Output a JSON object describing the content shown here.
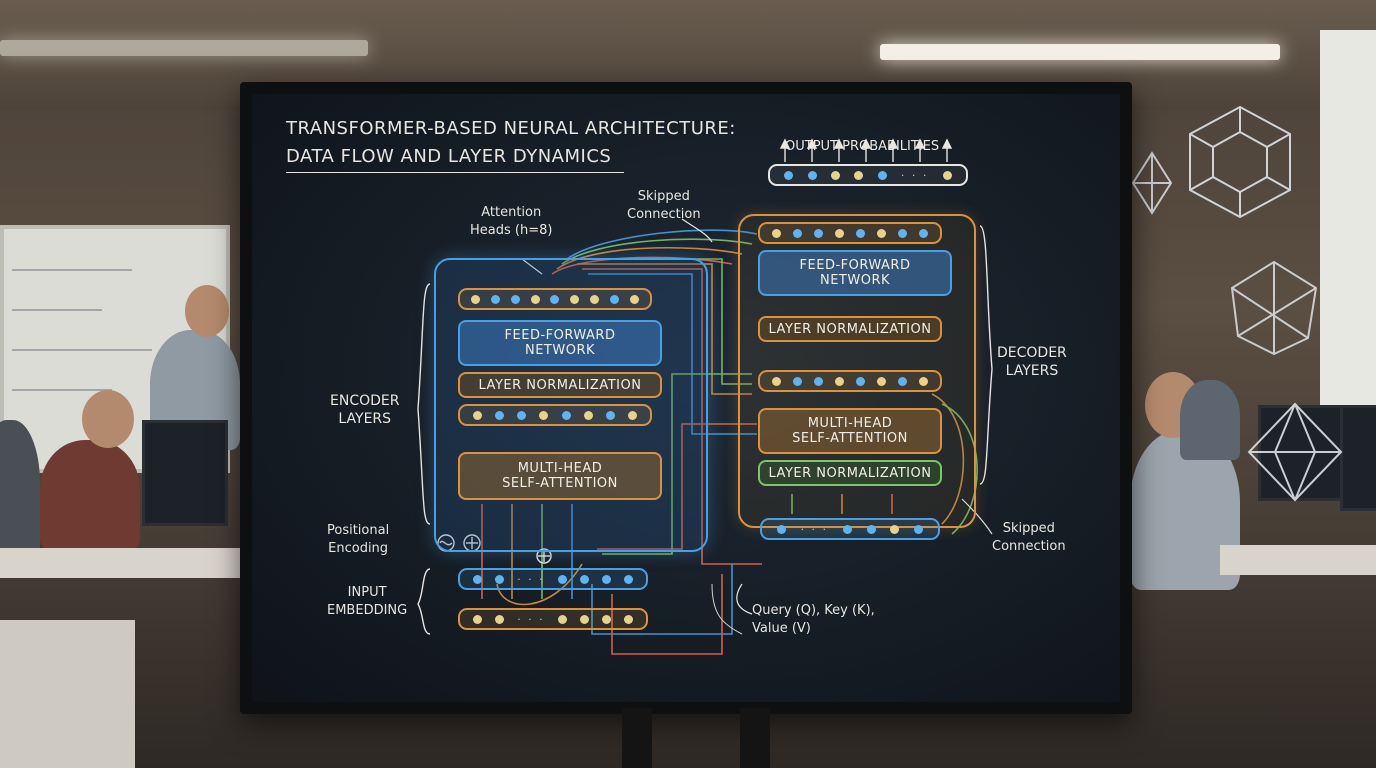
{
  "diagram": {
    "title_line1": "TRANSFORMER-BASED NEURAL ARCHITECTURE:",
    "title_line2": "DATA FLOW AND LAYER DYNAMICS",
    "output_probabilities": "OUTPUT PROBABILITIES",
    "skipped_connection_top": "Skipped\nConnection",
    "attention_heads": "Attention\nHeads (h=8)",
    "encoder_layers": "ENCODER\nLAYERS",
    "decoder_layers": "DECODER\nLAYERS",
    "encoder": {
      "feed_forward": "FEED-FORWARD\nNETWORK",
      "layer_norm": "LAYER NORMALIZATION",
      "multi_head": "MULTI-HEAD\nSELF-ATTENTION"
    },
    "decoder": {
      "feed_forward": "FEED-FORWARD\nNETWORK",
      "layer_norm_top": "LAYER NORMALIZATION",
      "multi_head": "MULTI-HEAD\nSELF-ATTENTION",
      "layer_norm_bottom": "LAYER NORMALIZATION"
    },
    "positional_encoding": "Positional\nEncoding",
    "input_embedding": "INPUT\nEMBEDDING",
    "skipped_connection_right": "Skipped\nConnection",
    "qkv": "Query (Q), Key (K),\nValue (V)",
    "ellipsis": "· · ·"
  },
  "colors": {
    "blue": "#4a9fe0",
    "orange": "#d9923e",
    "green": "#7dc46a",
    "red": "#e06a55",
    "text": "#e8e6de"
  }
}
